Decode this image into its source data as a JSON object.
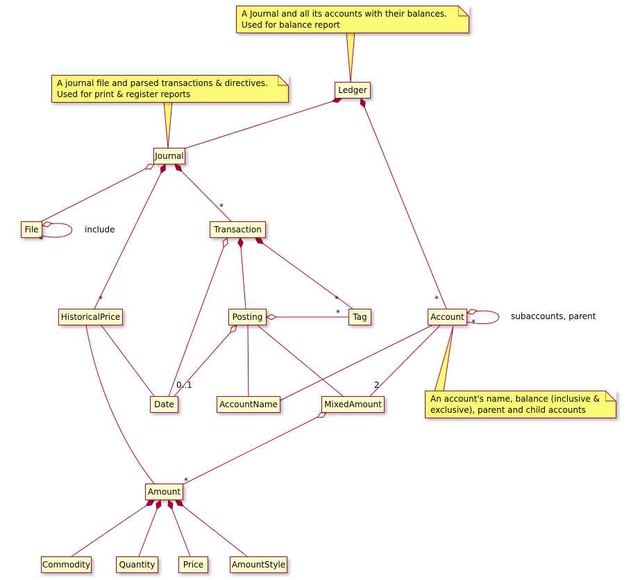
{
  "diagram": {
    "type": "uml-class-diagram",
    "classes": {
      "ledger": "Ledger",
      "journal": "Journal",
      "file": "File",
      "transaction": "Transaction",
      "historical_price": "HistoricalPrice",
      "posting": "Posting",
      "tag": "Tag",
      "account": "Account",
      "date": "Date",
      "account_name": "AccountName",
      "mixed_amount": "MixedAmount",
      "amount": "Amount",
      "commodity": "Commodity",
      "quantity": "Quantity",
      "price": "Price",
      "amount_style": "AmountStyle"
    },
    "notes": {
      "ledger_note": {
        "line1": "A Journal and all its accounts with their balances.",
        "line2": "Used for balance report"
      },
      "journal_note": {
        "line1": "A journal file and parsed transactions & directives.",
        "line2": "Used for print & register reports"
      },
      "account_note": {
        "line1": "An account's name, balance (inclusive &",
        "line2": "exclusive), parent and child accounts"
      }
    },
    "labels": {
      "file_include": "include",
      "file_include_mult": "*",
      "journal_transaction_mult": "*",
      "journal_historical_price_mult": "*",
      "ledger_account_mult": "*",
      "transaction_tag_mult": "*",
      "posting_tag_mult": "*",
      "posting_date_mult": "0..1",
      "account_subaccounts": "subaccounts, parent",
      "account_subaccounts_mult": "*",
      "account_mixed_amount_mult": "2",
      "mixed_amount_amount_mult": "*"
    },
    "colors": {
      "line": "#A80036",
      "class_fill": "#FEFECE",
      "note_fill": "#FBFB77",
      "text": "#000000"
    }
  }
}
